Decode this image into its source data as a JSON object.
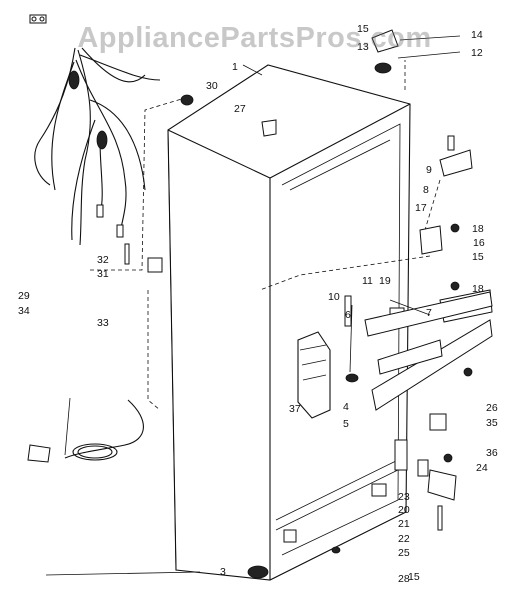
{
  "watermark": "AppliancePartsPros.com",
  "callouts": [
    "1",
    "3",
    "4",
    "5",
    "6",
    "7",
    "8",
    "9",
    "10",
    "11",
    "12",
    "13",
    "14",
    "15",
    "15",
    "15",
    "16",
    "17",
    "18",
    "18",
    "19",
    "20",
    "21",
    "22",
    "23",
    "24",
    "25",
    "26",
    "27",
    "28",
    "29",
    "30",
    "31",
    "32",
    "33",
    "34",
    "35",
    "36",
    "37"
  ]
}
